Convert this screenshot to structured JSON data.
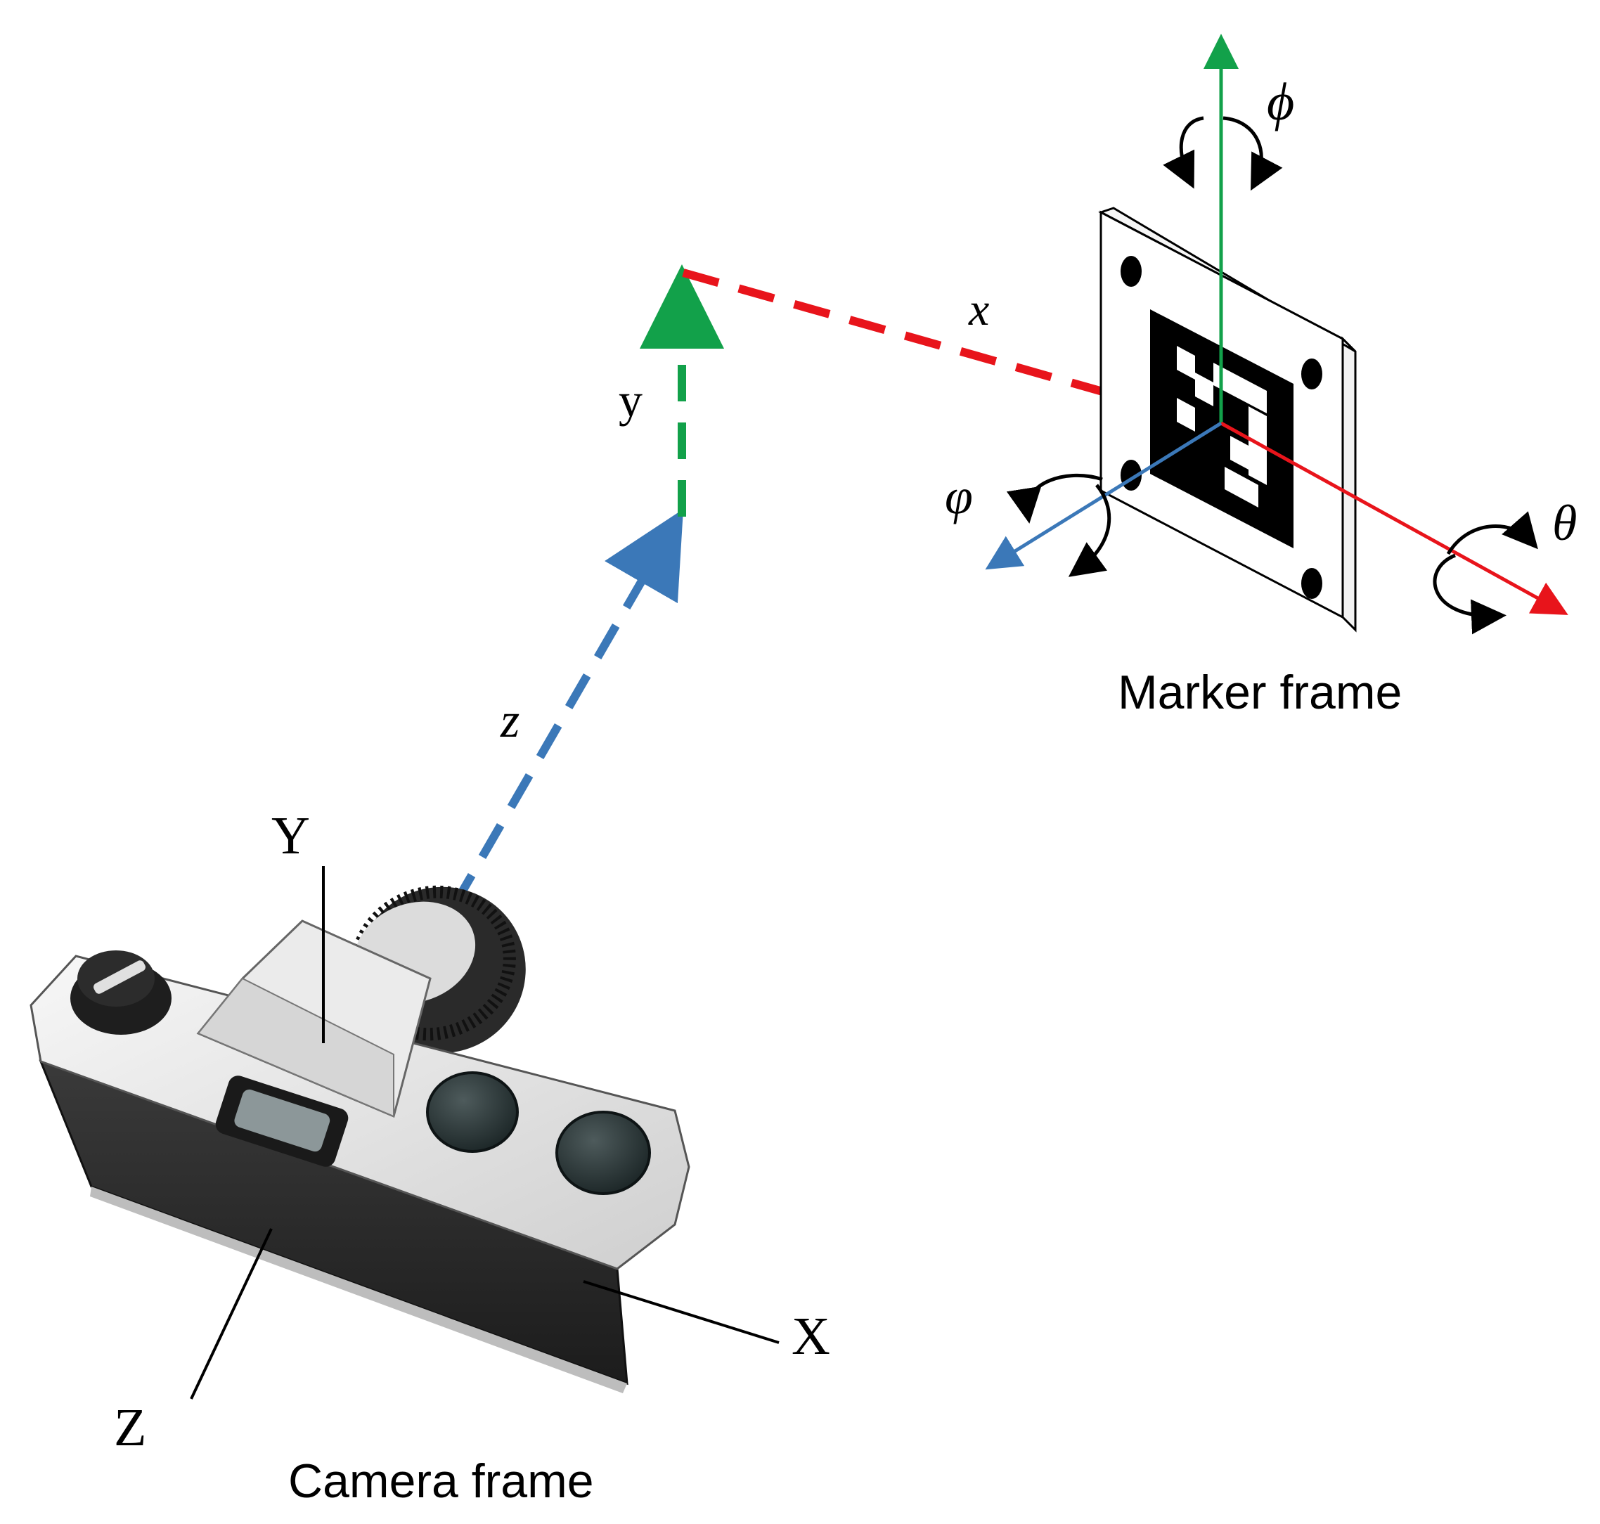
{
  "labels": {
    "marker_frame": "Marker frame",
    "camera_frame": "Camera frame",
    "translation_x": "x",
    "translation_y": "y",
    "translation_z": "z",
    "camera_axis_x": "X",
    "camera_axis_y": "Y",
    "camera_axis_z": "Z",
    "rotation_phi": "ϕ",
    "rotation_varphi": "φ",
    "rotation_theta": "θ"
  },
  "colors": {
    "x_axis": "#e8141b",
    "y_axis": "#12a14a",
    "z_axis": "#3b78b8",
    "text": "#000000",
    "camera_body": "#2b2b2b",
    "camera_top": "#e9e9e9"
  },
  "icons": {
    "rotation": "curved-double-arrow-icon",
    "camera": "camera-icon",
    "marker": "aruco-marker-icon"
  }
}
